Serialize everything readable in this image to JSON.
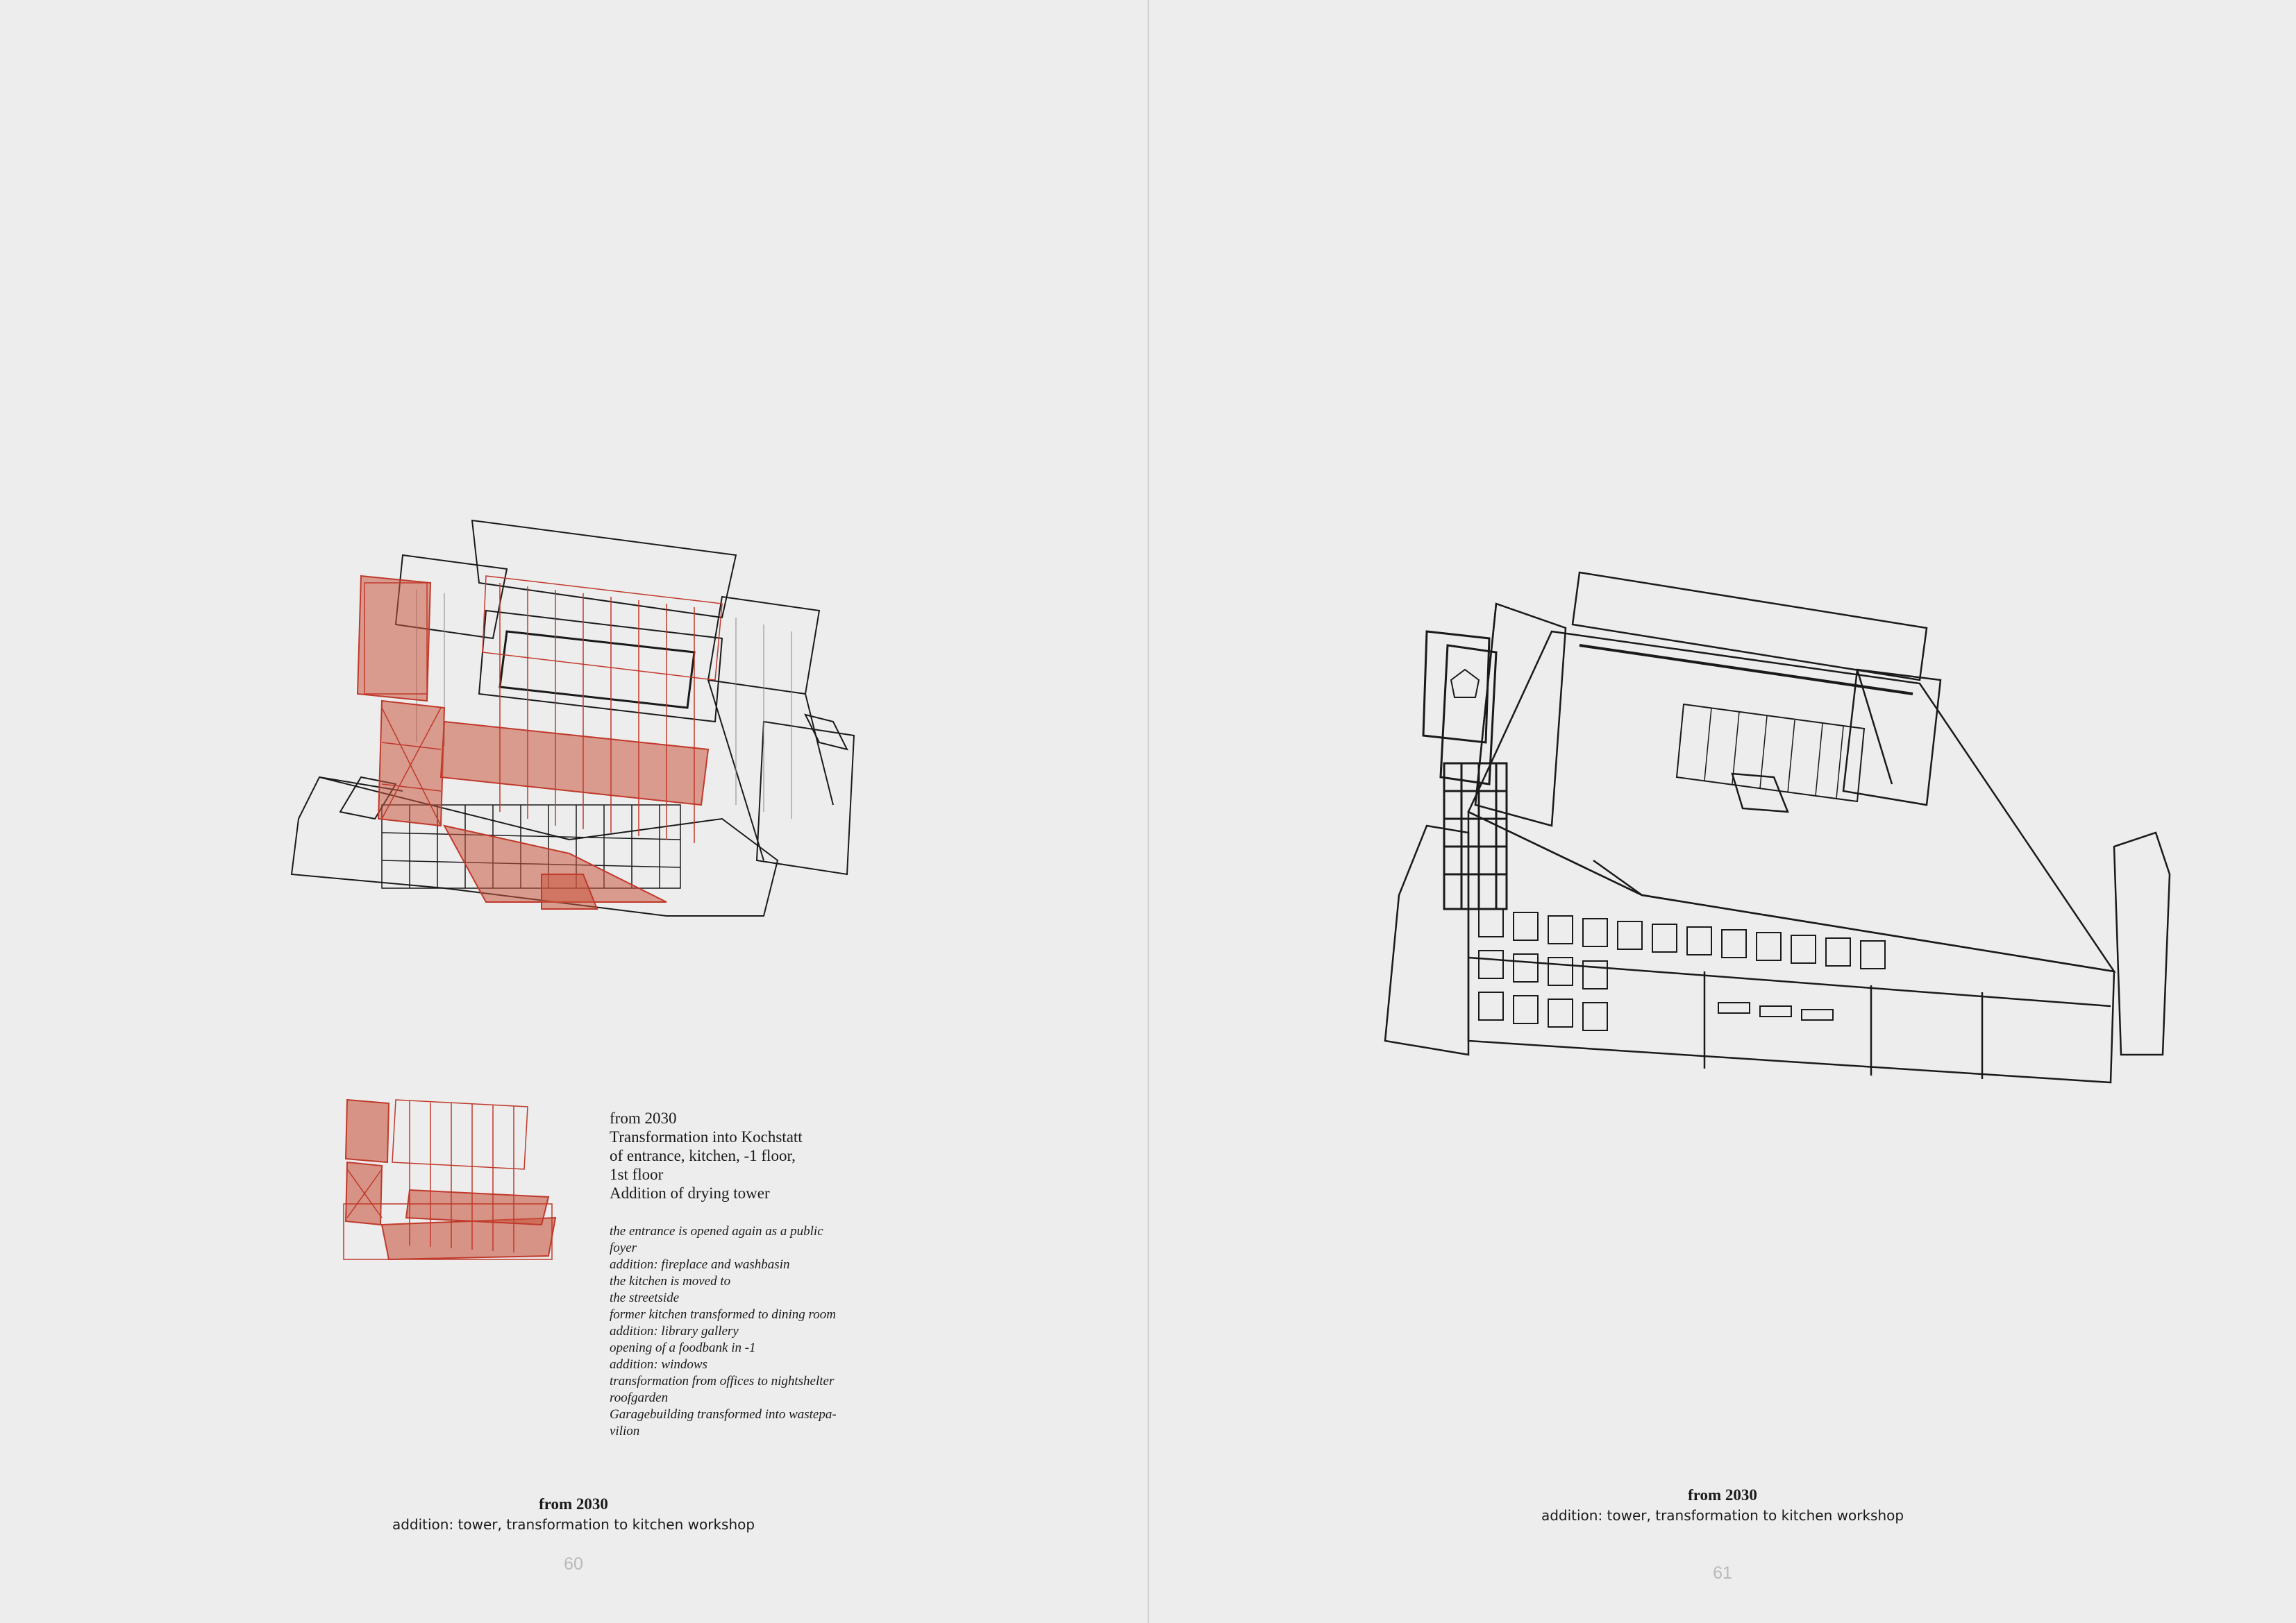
{
  "spread": {
    "left_page": {
      "text_block": {
        "heading_lines": [
          "from 2030",
          "Transformation into Kochstatt",
          "of entrance, kitchen, -1 floor,",
          "1st floor",
          "Addition of drying tower"
        ],
        "notes": [
          "the entrance is opened again as a public",
          "foyer",
          "addition: fireplace and washbasin",
          "the kitchen is moved to",
          "the streetside",
          "former kitchen transformed to dining room",
          "addition: library gallery",
          "opening of a foodbank in -1",
          "addition: windows",
          "transformation from offices to nightshelter",
          "roofgarden",
          "Garagebuilding transformed into wastepa-",
          "vilion"
        ]
      },
      "caption": {
        "title": "from 2030",
        "subtitle": "addition: tower, transformation to kitchen workshop"
      },
      "page_number": "60"
    },
    "right_page": {
      "caption": {
        "title": "from 2030",
        "subtitle": "addition: tower, transformation to kitchen workshop"
      },
      "page_number": "61"
    }
  },
  "colors": {
    "background": "#ededed",
    "accent_red": "#c0392b",
    "accent_fill": "#c8573f",
    "line": "#1a1a1a",
    "page_number": "#b9b9b9"
  }
}
